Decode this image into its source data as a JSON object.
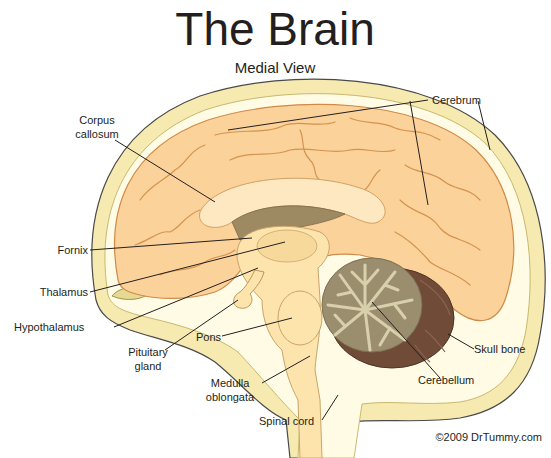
{
  "diagram": {
    "title": "The Brain",
    "labels": [
      "Medial View",
      "Cerebrum",
      "Corpus callosum",
      "Fornix",
      "Thalamus",
      "Hypothalamus",
      "Pituitary gland",
      "Pons",
      "Medulla oblongata",
      "Spinal cord",
      "Skull bone",
      "Cerebellum",
      "©2009 DrTummy.com"
    ]
  }
}
